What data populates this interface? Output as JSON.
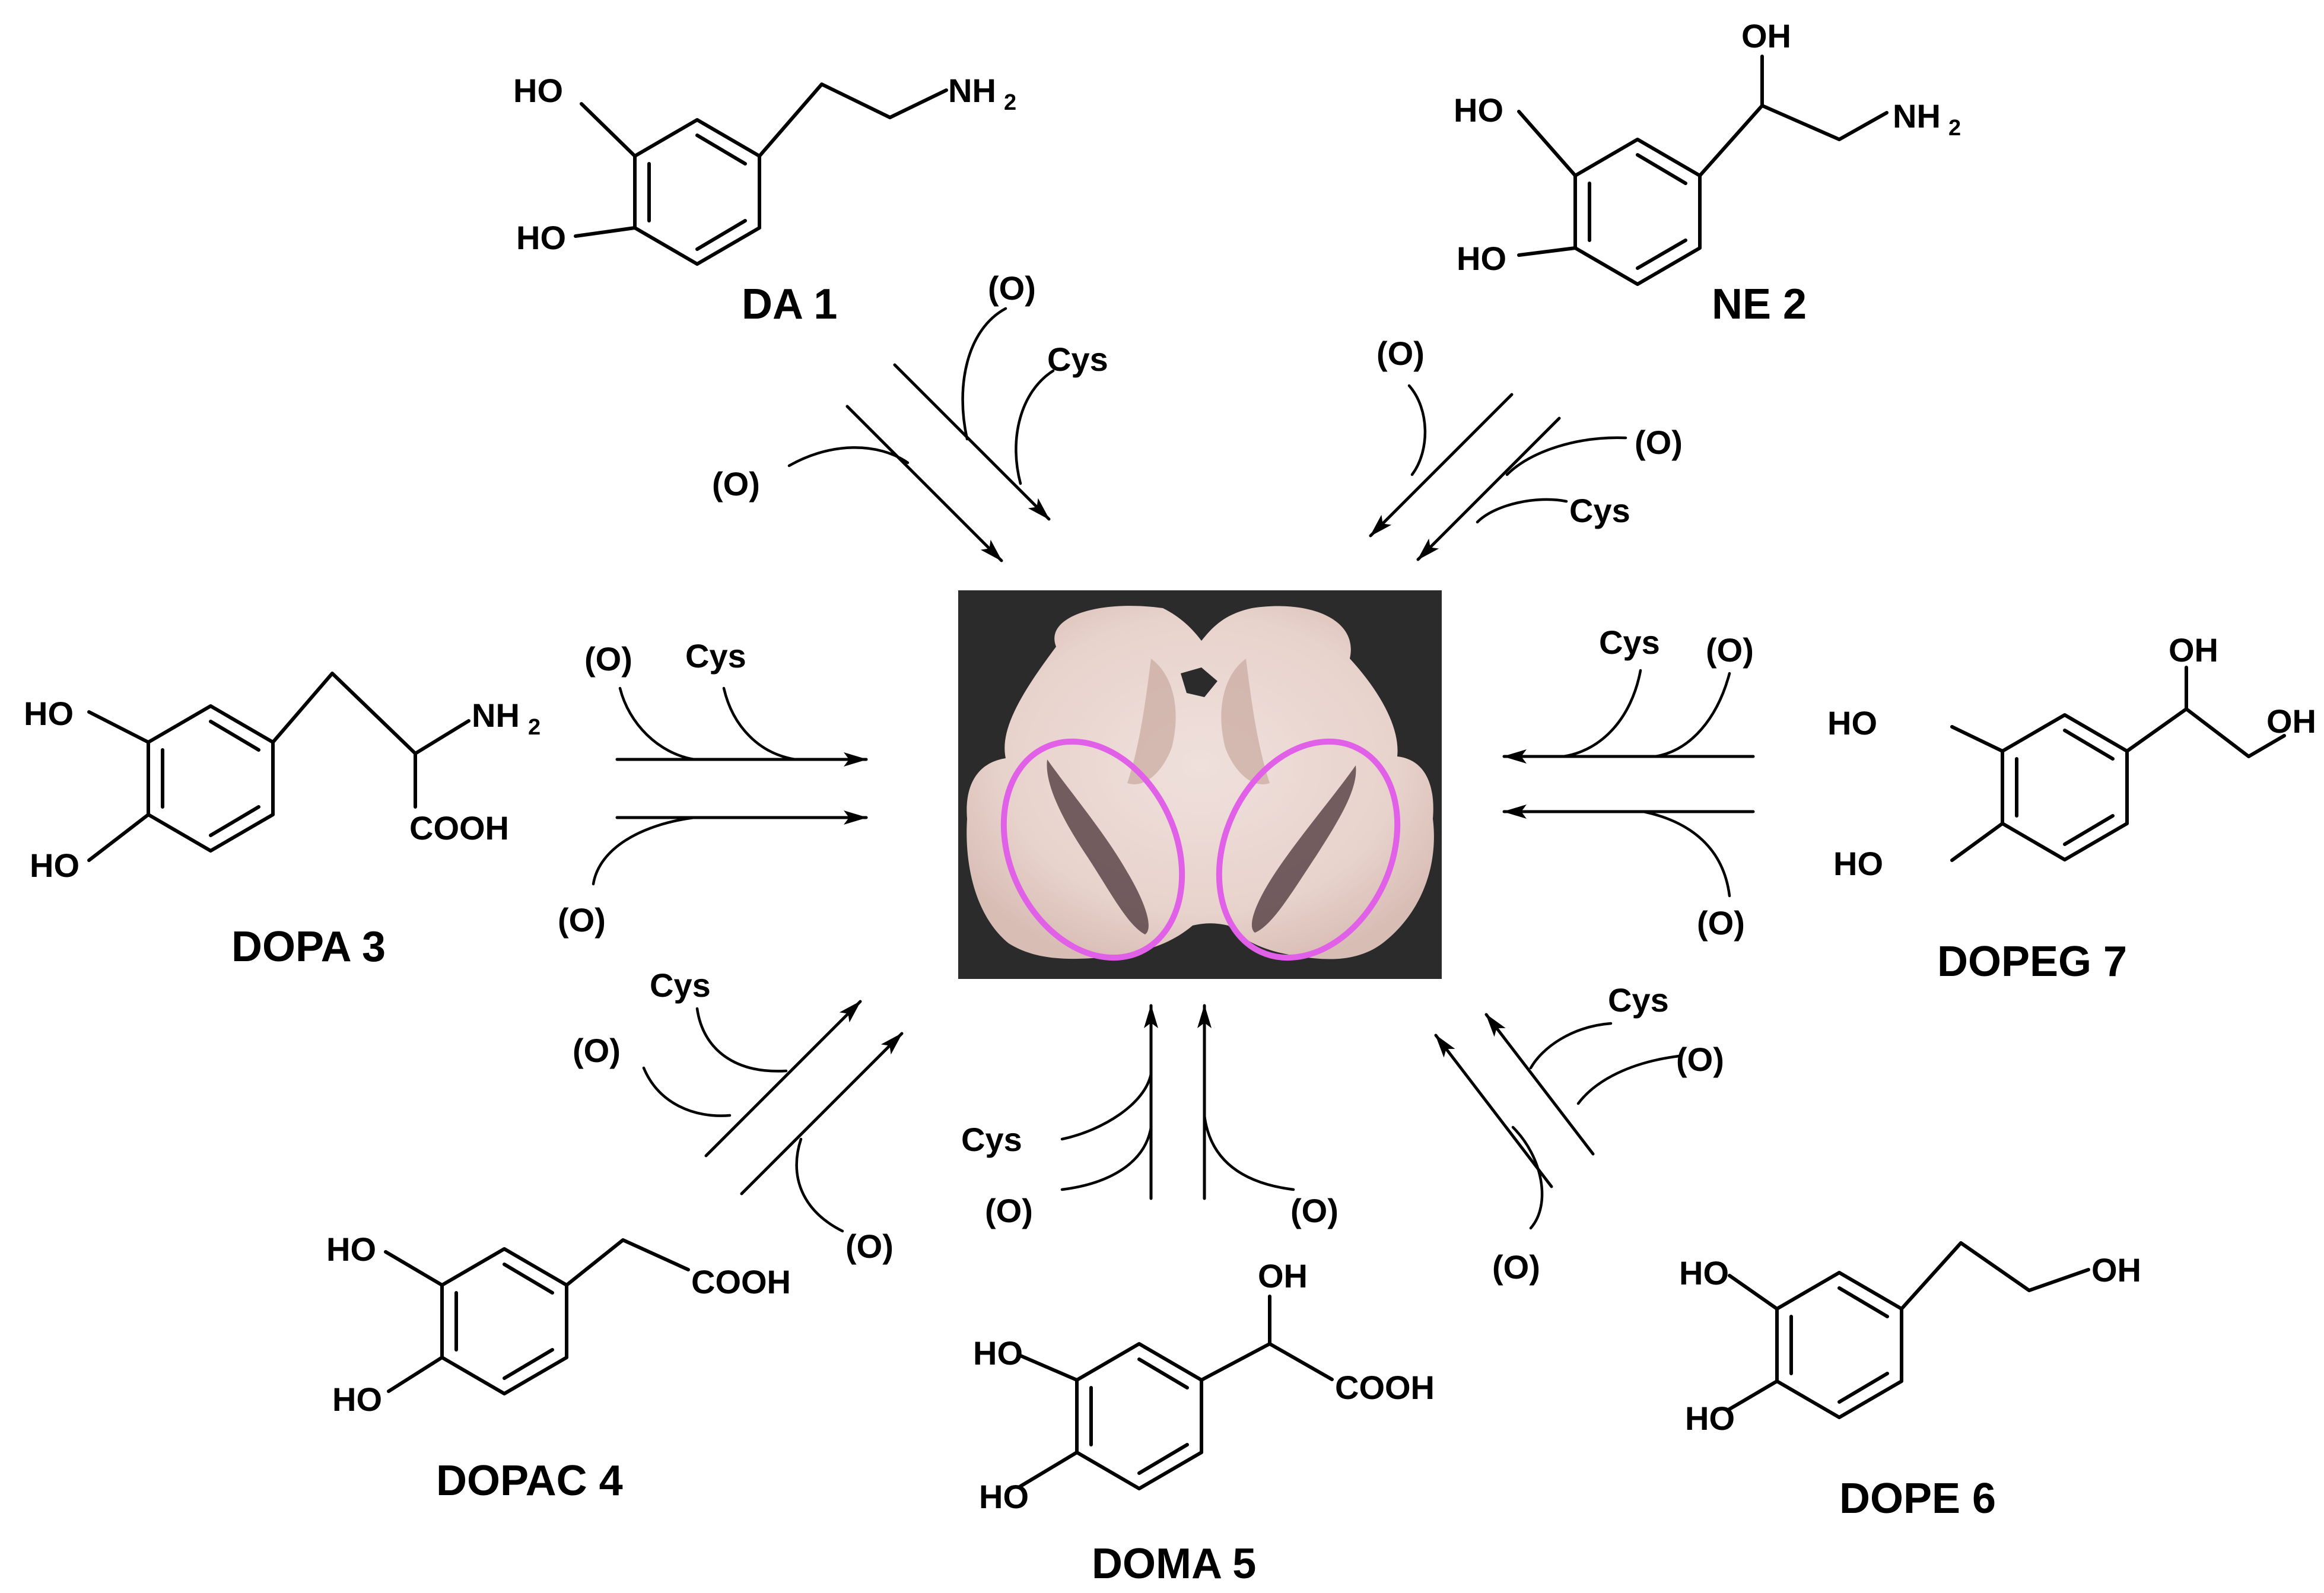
{
  "compounds": {
    "da": {
      "label": "DA 1",
      "oh_top": "HO",
      "oh_bottom": "HO",
      "amine": "NH",
      "amine_sub": "2"
    },
    "ne": {
      "label": "NE 2",
      "oh_top": "HO",
      "oh_bottom": "HO",
      "side_oh": "OH",
      "amine": "NH",
      "amine_sub": "2"
    },
    "dopa": {
      "label": "DOPA 3",
      "oh_top": "HO",
      "oh_bottom": "HO",
      "amine": "NH",
      "amine_sub": "2",
      "acid": "COOH"
    },
    "dopac": {
      "label": "DOPAC 4",
      "oh_top": "HO",
      "oh_bottom": "HO",
      "acid": "COOH"
    },
    "doma": {
      "label": "DOMA 5",
      "oh_top": "HO",
      "oh_bottom": "HO",
      "side_oh": "OH",
      "acid": "COOH"
    },
    "dope": {
      "label": "DOPE 6",
      "oh_top": "HO",
      "oh_bottom": "HO",
      "side_oh": "OH"
    },
    "dopeg": {
      "label": "DOPEG 7",
      "oh_top": "HO",
      "oh_bottom": "HO",
      "side_oh": "OH",
      "end_oh": "OH"
    }
  },
  "reagents": {
    "oxidant": "(O)",
    "cysteine": "Cys"
  },
  "colors": {
    "highlight": "#e060e8",
    "tissue_bg": "#2b2b2b",
    "tissue": "#f1e2de"
  }
}
